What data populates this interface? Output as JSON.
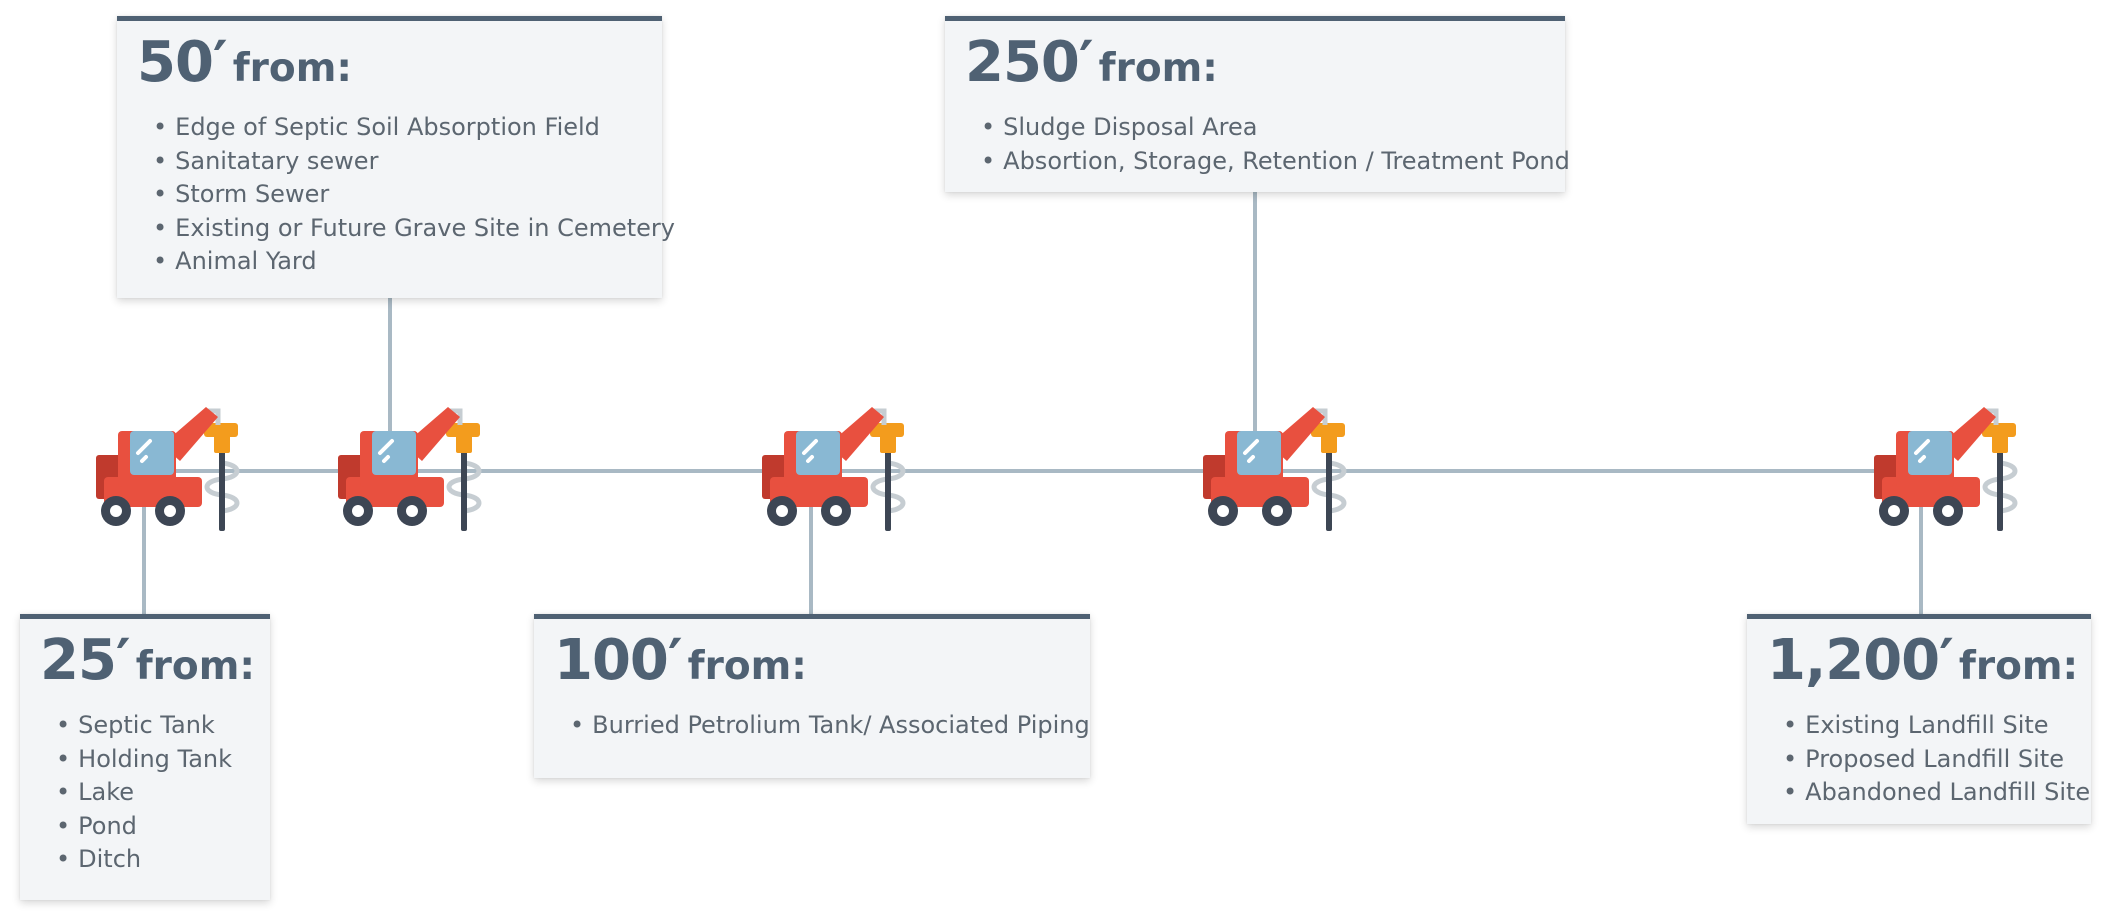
{
  "colors": {
    "card_background": "#f3f5f7",
    "card_top_bar": "#4f6173",
    "connector_line": "#a9b9c4",
    "heading_text": "#4f6173",
    "item_text": "#5c6670",
    "rig_red": "#e8503f",
    "rig_dark_red": "#c03a2d",
    "rig_window": "#89b8d3",
    "rig_auger": "#f39c1d",
    "rig_wheel": "#3d4654"
  },
  "drill_rig_icon": "drill-rig-icon",
  "cards": {
    "c50": {
      "distance": "50′",
      "from": "from:",
      "items": [
        "Edge of Septic Soil Absorption Field",
        "Sanitatary sewer",
        "Storm Sewer",
        "Existing or Future Grave Site in Cemetery",
        "Animal Yard"
      ]
    },
    "c250": {
      "distance": "250′",
      "from": "from:",
      "items": [
        "Sludge Disposal Area",
        "Absortion, Storage, Retention / Treatment Pond"
      ]
    },
    "c25": {
      "distance": "25′",
      "from": "from:",
      "items": [
        "Septic Tank",
        "Holding Tank",
        "Lake",
        "Pond",
        "Ditch"
      ]
    },
    "c100": {
      "distance": "100′",
      "from": "from:",
      "items": [
        "Burried Petrolium Tank/ Associated Piping"
      ]
    },
    "c1200": {
      "distance": "1,200′",
      "from": "from:",
      "items": [
        "Existing Landfill Site",
        "Proposed Landfill Site",
        "Abandoned Landfill Site"
      ]
    }
  }
}
